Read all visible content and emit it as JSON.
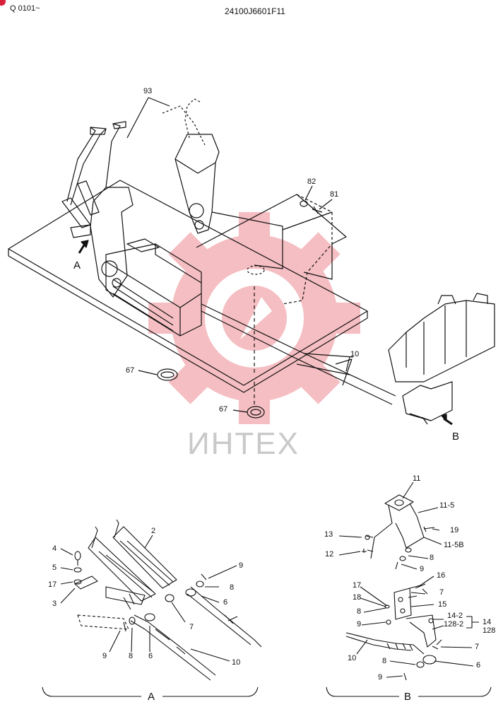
{
  "header": {
    "left_code": "Q 0101~",
    "doc_code": "24100J6601F11"
  },
  "watermark": {
    "text": "ИНТЕХ",
    "gear_color": "#f4b3b8",
    "text_color": "#c9c9c9"
  },
  "accent_color": "#d8203a",
  "main_labels": {
    "l93": "93",
    "l82": "82",
    "l81": "81",
    "l10": "10",
    "l67a": "67",
    "l67b": "67",
    "arrow_a": "A",
    "arrow_b": "B"
  },
  "detail_a": {
    "caption": "A",
    "labels": {
      "l2": "2",
      "l4": "4",
      "l5": "5",
      "l17": "17",
      "l3": "3",
      "l9a": "9",
      "l8a": "8",
      "l6a": "6",
      "l7": "7",
      "l9b": "9",
      "l8b": "8",
      "l6b": "6",
      "l10": "10"
    }
  },
  "detail_b": {
    "caption": "B",
    "labels": {
      "l11": "11",
      "l11_5": "11-5",
      "l13": "13",
      "l19": "19",
      "l11_5b": "11-5B",
      "l12": "12",
      "l8a": "8",
      "l9a": "9",
      "l16": "16",
      "l17": "17",
      "l7a": "7",
      "l18": "18",
      "l15": "15",
      "l8b": "8",
      "l14_2": "14-2",
      "l14": "14",
      "l128_2": "128-2",
      "l128": "128",
      "l9b": "9",
      "l7b": "7",
      "l10": "10",
      "l8c": "8",
      "l6": "6",
      "l9c": "9"
    }
  }
}
